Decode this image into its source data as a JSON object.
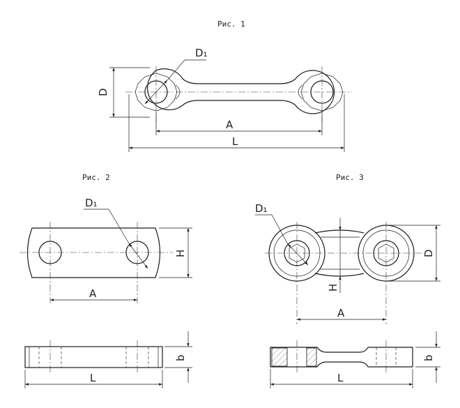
{
  "figures": {
    "fig1": {
      "caption": "Рис. 1",
      "labels": {
        "D": "D",
        "D1": "D₁",
        "A": "A",
        "L": "L"
      }
    },
    "fig2": {
      "caption": "Рис. 2",
      "labels": {
        "D1": "D₁",
        "H": "H",
        "A": "A",
        "L": "L",
        "b": "b"
      }
    },
    "fig3": {
      "caption": "Рис. 3",
      "labels": {
        "D1": "D₁",
        "D": "D",
        "H": "H",
        "A": "A",
        "L": "L",
        "b": "b"
      }
    }
  }
}
